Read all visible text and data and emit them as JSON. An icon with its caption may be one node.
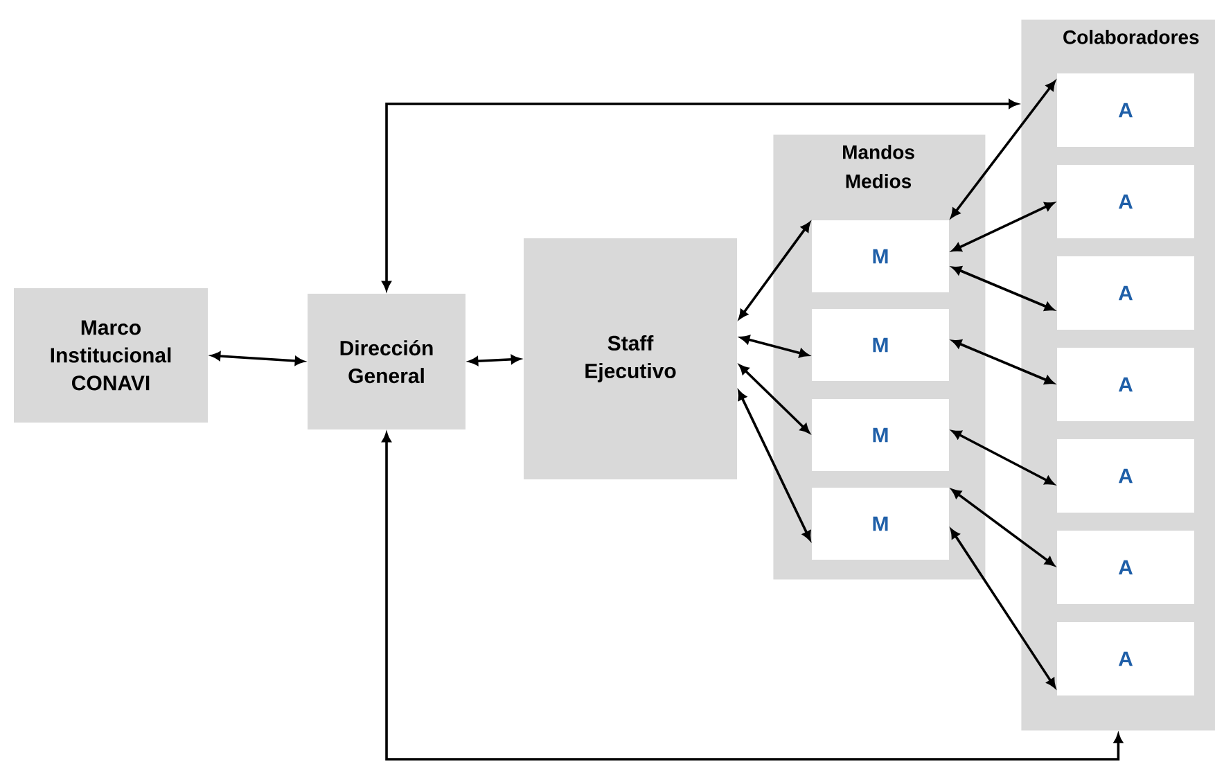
{
  "diagram": {
    "nodes": [
      {
        "text": [
          "Marco Institucional CONAVI"
        ]
      },
      {
        "text": [
          "Dirección General"
        ]
      },
      {
        "text": [
          "Staff Ejecutivo"
        ]
      },
      {
        "text": [
          "Mandos Medios"
        ]
      },
      {
        "text": [
          "M"
        ],
        "in": 3
      },
      {
        "text": [
          "M"
        ],
        "in": 3
      },
      {
        "text": [
          "M"
        ],
        "in": 3
      },
      {
        "text": [
          "M"
        ],
        "in": 3
      },
      {
        "text": [
          "Colaboradores"
        ]
      },
      {
        "text": [
          "A"
        ],
        "in": 8
      },
      {
        "text": [
          "A"
        ],
        "in": 8
      },
      {
        "text": [
          "A"
        ],
        "in": 8
      },
      {
        "text": [
          "A"
        ],
        "in": 8
      },
      {
        "text": [
          "A"
        ],
        "in": 8
      },
      {
        "text": [
          "A"
        ],
        "in": 8
      },
      {
        "text": [
          "A"
        ],
        "in": 8
      }
    ],
    "edges": [
      {
        "from": 0,
        "to": 1,
        "arrow": "both"
      },
      {
        "from": 1,
        "to": 2,
        "arrow": "both"
      },
      {
        "from": 1,
        "to": 8,
        "arrow": "both"
      },
      {
        "from": 1,
        "to": 8,
        "arrow": "both"
      },
      {
        "from": 2,
        "to": 4,
        "arrow": "both"
      },
      {
        "from": 2,
        "to": 5,
        "arrow": "both"
      },
      {
        "from": 2,
        "to": 6,
        "arrow": "both"
      },
      {
        "from": 2,
        "to": 7,
        "arrow": "both"
      },
      {
        "from": 4,
        "to": 9,
        "arrow": "both"
      },
      {
        "from": 4,
        "to": 10,
        "arrow": "both"
      },
      {
        "from": 4,
        "to": 11,
        "arrow": "both"
      },
      {
        "from": 5,
        "to": 12,
        "arrow": "both"
      },
      {
        "from": 6,
        "to": 13,
        "arrow": "both"
      },
      {
        "from": 7,
        "to": 14,
        "arrow": "both"
      },
      {
        "from": 7,
        "to": 15,
        "arrow": "both"
      }
    ]
  }
}
